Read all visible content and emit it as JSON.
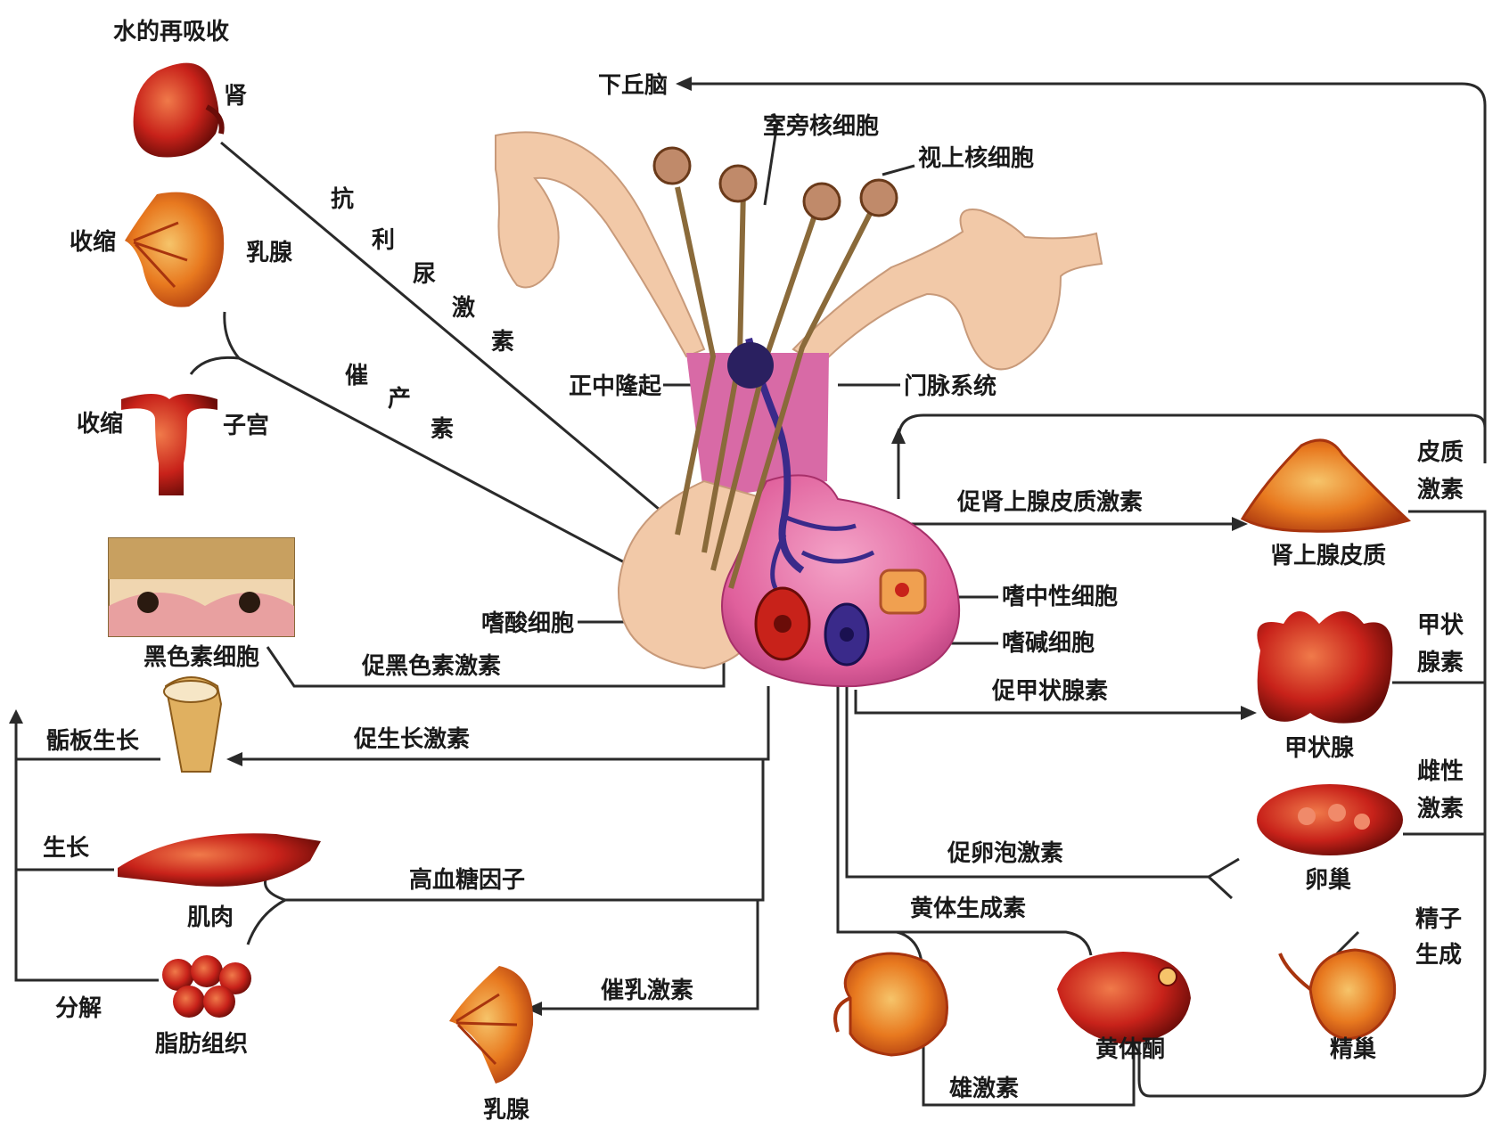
{
  "center": {
    "paraventricular": "室旁核细胞",
    "supraoptic": "视上核细胞",
    "median_eminence": "正中隆起",
    "portal_system": "门脉系统",
    "acidophil": "嗜酸细胞",
    "chromophobe": "嗜中性细胞",
    "basophil": "嗜碱细胞"
  },
  "posterior": {
    "kidney_effect": "水的再吸收",
    "kidney": "肾",
    "breast_effect": "收缩",
    "breast": "乳腺",
    "uterus_effect": "收缩",
    "uterus": "子宫",
    "adh_chars": [
      "抗",
      "利",
      "尿",
      "激",
      "素"
    ],
    "oxytocin_chars": [
      "催",
      "产",
      "素"
    ]
  },
  "left": {
    "melanocyte": "黑色素细胞",
    "msh": "促黑色素激素",
    "epiphysis_effect": "骺板生长",
    "gh": "促生长激素",
    "growth": "生长",
    "muscle": "肌肉",
    "hyperglycemic": "高血糖因子",
    "lipolysis": "分解",
    "adipose": "脂肪组织",
    "prolactin": "催乳激素",
    "mammary": "乳腺"
  },
  "right": {
    "hypothalamus": "下丘脑",
    "acth": "促肾上腺皮质激素",
    "adrenal_cortex": "肾上腺皮质",
    "cortical_hormone_1": "皮质",
    "cortical_hormone_2": "激素",
    "tsh": "促甲状腺素",
    "thyroid": "甲状腺",
    "thyroid_hormone_1": "甲状",
    "thyroid_hormone_2": "腺素",
    "fsh": "促卵泡激素",
    "ovary": "卵巢",
    "sex_hormone_1": "雌性",
    "sex_hormone_2": "激素",
    "lh": "黄体生成素",
    "corpus_luteum": "黄体酮",
    "testis": "精巢",
    "sperm_1": "精子",
    "sperm_2": "生成",
    "androgen": "雄激素"
  },
  "colors": {
    "nerve_tissue": "#f2c9a8",
    "anterior_lobe": "#e0609c",
    "organ_red": "#c8221a",
    "organ_orange": "#e8791f",
    "vessel": "#3a2a8a"
  }
}
